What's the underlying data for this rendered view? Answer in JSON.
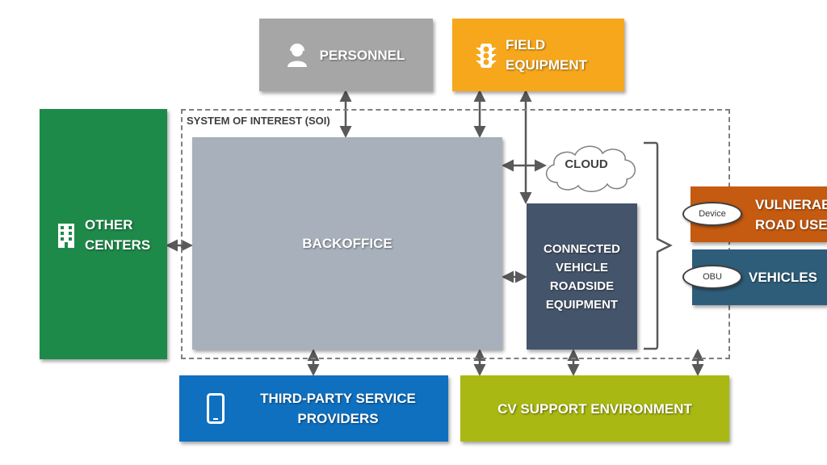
{
  "diagram": {
    "personnel": "PERSONNEL",
    "field_equipment": [
      "FIELD",
      "EQUIPMENT"
    ],
    "soi_label": "SYSTEM OF INTEREST (SOI)",
    "other_centers": [
      "OTHER",
      "CENTERS"
    ],
    "backoffice": "BACKOFFICE",
    "cloud": "CLOUD",
    "connected_vehicle": [
      "CONNECTED",
      "VEHICLE",
      "ROADSIDE",
      "EQUIPMENT"
    ],
    "vulnerable_road_users": [
      "VULNERABLE",
      "ROAD USERS"
    ],
    "vehicles": "VEHICLES",
    "device_tag": "Device",
    "obu_tag": "OBU",
    "third_party": [
      "THIRD-PARTY SERVICE",
      "PROVIDERS"
    ],
    "cv_support": "CV SUPPORT ENVIRONMENT"
  },
  "colors": {
    "personnel": "#a6a6a6",
    "field_equipment": "#f6a71c",
    "other_centers": "#1e8a4a",
    "backoffice": "#a7b0bb",
    "connected_vehicle": "#44546a",
    "vulnerable_road_users": "#c55a11",
    "vehicles": "#2e5d7a",
    "third_party": "#0f70c0",
    "cv_support": "#a9b812",
    "connector": "#595959"
  },
  "icons": {
    "personnel": "person-headset-icon",
    "field_equipment": "traffic-light-icon",
    "other_centers": "building-icon",
    "third_party": "smartphone-icon",
    "cloud": "cloud-icon"
  }
}
